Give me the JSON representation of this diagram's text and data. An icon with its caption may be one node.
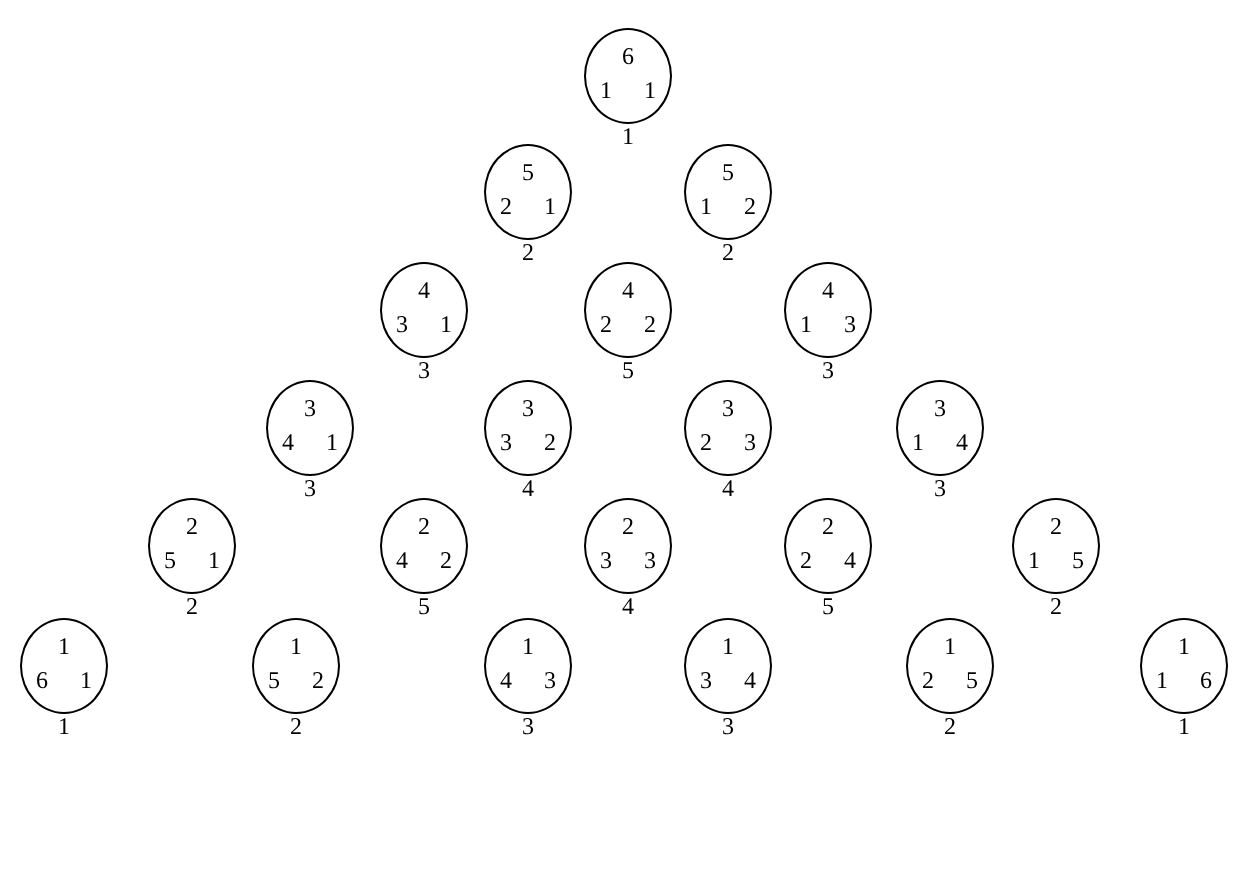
{
  "diagram": {
    "nodes": [
      {
        "text": [
          "6",
          "1",
          "1"
        ],
        "beside": [
          "1"
        ]
      },
      {
        "text": [
          "5",
          "2",
          "1"
        ],
        "beside": [
          "2"
        ]
      },
      {
        "text": [
          "5",
          "1",
          "2"
        ],
        "beside": [
          "2"
        ]
      },
      {
        "text": [
          "4",
          "3",
          "1"
        ],
        "beside": [
          "3"
        ]
      },
      {
        "text": [
          "4",
          "2",
          "2"
        ],
        "beside": [
          "5"
        ]
      },
      {
        "text": [
          "4",
          "1",
          "3"
        ],
        "beside": [
          "3"
        ]
      },
      {
        "text": [
          "3",
          "4",
          "1"
        ],
        "beside": [
          "3"
        ]
      },
      {
        "text": [
          "3",
          "3",
          "2"
        ],
        "beside": [
          "4"
        ]
      },
      {
        "text": [
          "3",
          "2",
          "3"
        ],
        "beside": [
          "4"
        ]
      },
      {
        "text": [
          "3",
          "1",
          "4"
        ],
        "beside": [
          "3"
        ]
      },
      {
        "text": [
          "2",
          "5",
          "1"
        ],
        "beside": [
          "2"
        ]
      },
      {
        "text": [
          "2",
          "4",
          "2"
        ],
        "beside": [
          "5"
        ]
      },
      {
        "text": [
          "2",
          "3",
          "3"
        ],
        "beside": [
          "4"
        ]
      },
      {
        "text": [
          "2",
          "2",
          "4"
        ],
        "beside": [
          "5"
        ]
      },
      {
        "text": [
          "2",
          "1",
          "5"
        ],
        "beside": [
          "2"
        ]
      },
      {
        "text": [
          "1",
          "6",
          "1"
        ],
        "beside": [
          "1"
        ]
      },
      {
        "text": [
          "1",
          "5",
          "2"
        ],
        "beside": [
          "2"
        ]
      },
      {
        "text": [
          "1",
          "4",
          "3"
        ],
        "beside": [
          "3"
        ]
      },
      {
        "text": [
          "1",
          "3",
          "4"
        ],
        "beside": [
          "3"
        ]
      },
      {
        "text": [
          "1",
          "2",
          "5"
        ],
        "beside": [
          "2"
        ]
      },
      {
        "text": [
          "1",
          "1",
          "6"
        ],
        "beside": [
          "1"
        ]
      }
    ]
  }
}
